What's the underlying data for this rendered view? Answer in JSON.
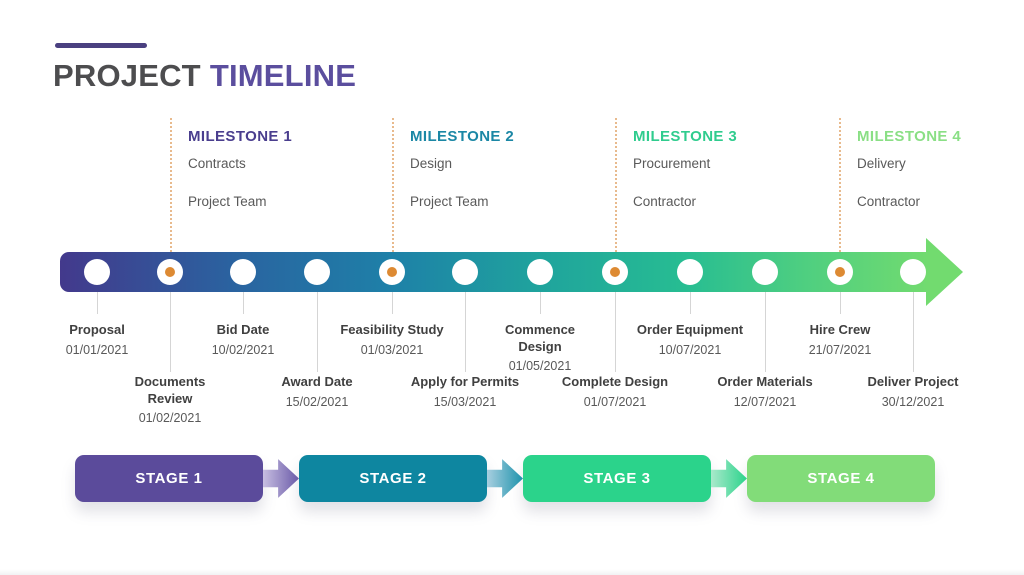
{
  "title": {
    "part1": "PROJECT",
    "part2": "TIMELINE"
  },
  "milestones": [
    {
      "label": "MILESTONE 1",
      "item": "Contracts",
      "owner": "Project Team",
      "color": "#4A3E8E"
    },
    {
      "label": "MILESTONE 2",
      "item": "Design",
      "owner": "Project Team",
      "color": "#1B87A5"
    },
    {
      "label": "MILESTONE 3",
      "item": "Procurement",
      "owner": "Contractor",
      "color": "#2FCC8E"
    },
    {
      "label": "MILESTONE 4",
      "item": "Delivery",
      "owner": "Contractor",
      "color": "#8ADF85"
    }
  ],
  "events": [
    {
      "name": "Proposal",
      "date": "01/01/2021",
      "row": "top",
      "milestone_marker": false
    },
    {
      "name": "Documents Review",
      "date": "01/02/2021",
      "row": "bottom",
      "milestone_marker": true
    },
    {
      "name": "Bid Date",
      "date": "10/02/2021",
      "row": "top",
      "milestone_marker": false
    },
    {
      "name": "Award Date",
      "date": "15/02/2021",
      "row": "bottom",
      "milestone_marker": false
    },
    {
      "name": "Feasibility Study",
      "date": "01/03/2021",
      "row": "top",
      "milestone_marker": true
    },
    {
      "name": "Apply for Permits",
      "date": "15/03/2021",
      "row": "bottom",
      "milestone_marker": false
    },
    {
      "name": "Commence Design",
      "date": "01/05/2021",
      "row": "top",
      "milestone_marker": false
    },
    {
      "name": "Complete Design",
      "date": "01/07/2021",
      "row": "bottom",
      "milestone_marker": true
    },
    {
      "name": "Order Equipment",
      "date": "10/07/2021",
      "row": "top",
      "milestone_marker": false
    },
    {
      "name": "Order Materials",
      "date": "12/07/2021",
      "row": "bottom",
      "milestone_marker": false
    },
    {
      "name": "Hire Crew",
      "date": "21/07/2021",
      "row": "top",
      "milestone_marker": true
    },
    {
      "name": "Deliver Project",
      "date": "30/12/2021",
      "row": "bottom",
      "milestone_marker": false
    }
  ],
  "stages": [
    {
      "label": "STAGE 1",
      "color": "#5B4B9B"
    },
    {
      "label": "STAGE 2",
      "color": "#0E86A0"
    },
    {
      "label": "STAGE 3",
      "color": "#2BD38B"
    },
    {
      "label": "STAGE 4",
      "color": "#82DC79"
    }
  ],
  "colors": {
    "title_primary": "#4D4D4F",
    "title_accent": "#5B4E9E",
    "accent_bar": "#4A4080",
    "timeline_gradient": [
      "#43398C",
      "#1E80A8",
      "#27BD92",
      "#72DB6F"
    ],
    "milestone_dot": "#DD8A33",
    "milestone_dotted_line": "#E8BA8D",
    "event_name_text": "#404040",
    "event_date_text": "#595959",
    "connector_line": "#D5D5D5"
  }
}
